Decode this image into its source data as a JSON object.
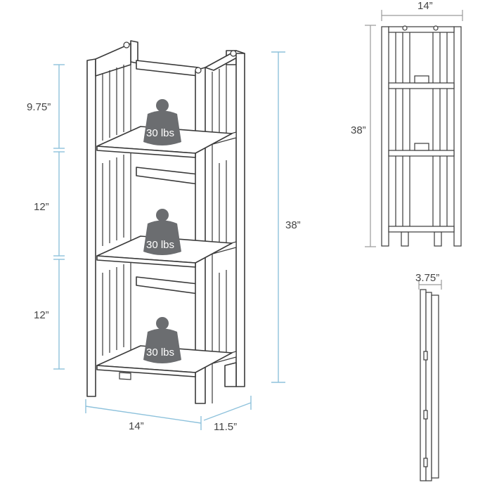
{
  "dimensions": {
    "height_top_section": "9.75”",
    "height_middle_section": "12”",
    "height_bottom_section": "12”",
    "total_height": "38”",
    "front_width": "14”",
    "depth": "11.5”",
    "front_view_width": "14”",
    "front_view_height": "38”",
    "folded_depth": "3.75”"
  },
  "weights": {
    "top_shelf": "30 lbs",
    "middle_shelf": "30 lbs",
    "bottom_shelf": "30 lbs"
  },
  "colors": {
    "dimension_line": "#8ec2dc",
    "weight_fill": "#6b6d70",
    "outline": "#3a3a3a"
  }
}
